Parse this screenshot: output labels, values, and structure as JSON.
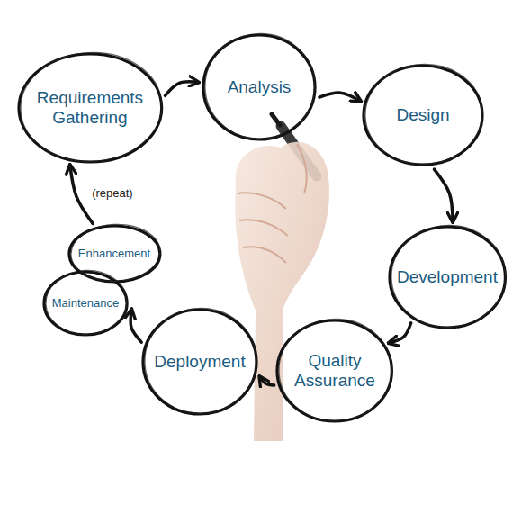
{
  "diagram": {
    "nodes": [
      {
        "text": [
          "Requirements Gathering"
        ]
      },
      {
        "text": [
          "Analysis"
        ]
      },
      {
        "text": [
          "Design"
        ]
      },
      {
        "text": [
          "Development"
        ]
      },
      {
        "text": [
          "Quality Assurance"
        ]
      },
      {
        "text": [
          "Deployment"
        ]
      },
      {
        "text": [
          "Maintenance"
        ]
      },
      {
        "text": [
          "Enhancement"
        ]
      }
    ],
    "edges": [
      {
        "from": 0,
        "to": 1,
        "arrow": "to"
      },
      {
        "from": 1,
        "to": 2,
        "arrow": "to"
      },
      {
        "from": 2,
        "to": 3,
        "arrow": "to"
      },
      {
        "from": 3,
        "to": 4,
        "arrow": "to"
      },
      {
        "from": 4,
        "to": 5,
        "arrow": "to"
      },
      {
        "from": 5,
        "to": 6,
        "arrow": "to"
      },
      {
        "from": 7,
        "to": 0,
        "label": "(repeat)",
        "arrow": "to"
      }
    ]
  }
}
